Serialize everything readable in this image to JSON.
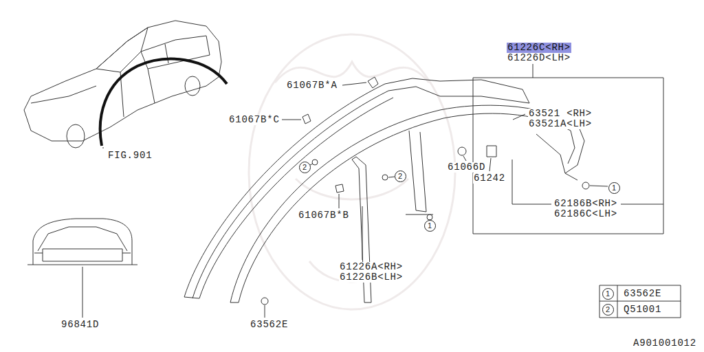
{
  "diagram": {
    "nodes": [
      {
        "text": [
          "2"
        ]
      },
      {
        "text": [
          "2"
        ]
      },
      {
        "text": [
          "1"
        ]
      },
      {
        "text": [
          "1"
        ]
      },
      {
        "text": [
          "1"
        ]
      },
      {
        "text": [
          "2"
        ]
      }
    ],
    "labels": [
      "61226C<RH>",
      "61226D<LH>",
      "61067B*A",
      "61067B*C",
      "63521 <RH>",
      "63521A<LH>",
      "61066D",
      "61242",
      "62186B<RH>",
      "62186C<LH>",
      "61067B*B",
      "FIG.901",
      "61226A<RH>",
      "61226B<LH>",
      "96841D",
      "63562E",
      "63562E",
      "Q51001",
      "A901001012"
    ]
  }
}
